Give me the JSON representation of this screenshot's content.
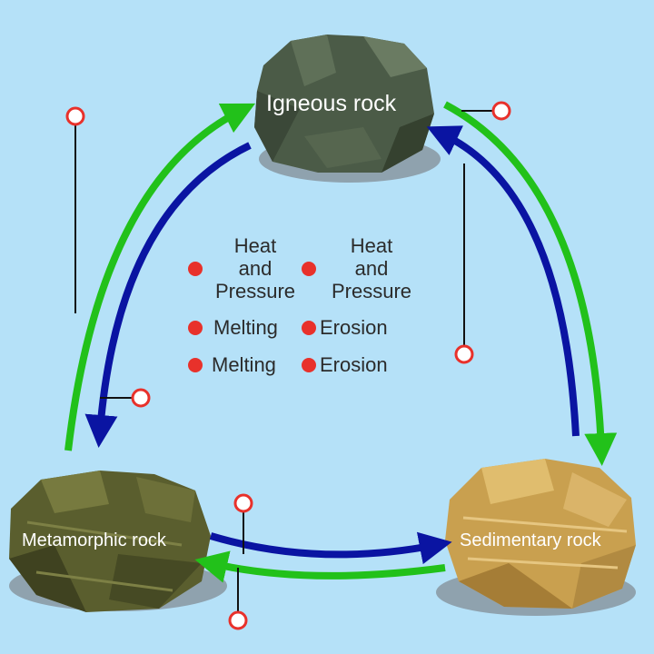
{
  "rocks": {
    "igneous": "Igneous rock",
    "metamorphic": "Metamorphic rock",
    "sedimentary": "Sedimentary rock"
  },
  "options": [
    {
      "line1": "Heat",
      "line2": "and",
      "line3": "Pressure"
    },
    {
      "line1": "Heat",
      "line2": "and",
      "line3": "Pressure"
    },
    {
      "text": "Melting"
    },
    {
      "text": "Erosion"
    },
    {
      "text": "Melting"
    },
    {
      "text": "Erosion"
    }
  ],
  "colors": {
    "background": "#b5e1f8",
    "green_arrow": "#22c11a",
    "blue_arrow": "#0a14a2",
    "target_marker": "#e8312b",
    "option_dot": "#e8312b"
  },
  "icons": [
    "igneous-rock-image",
    "metamorphic-rock-image",
    "sedimentary-rock-image",
    "drop-target-marker"
  ]
}
